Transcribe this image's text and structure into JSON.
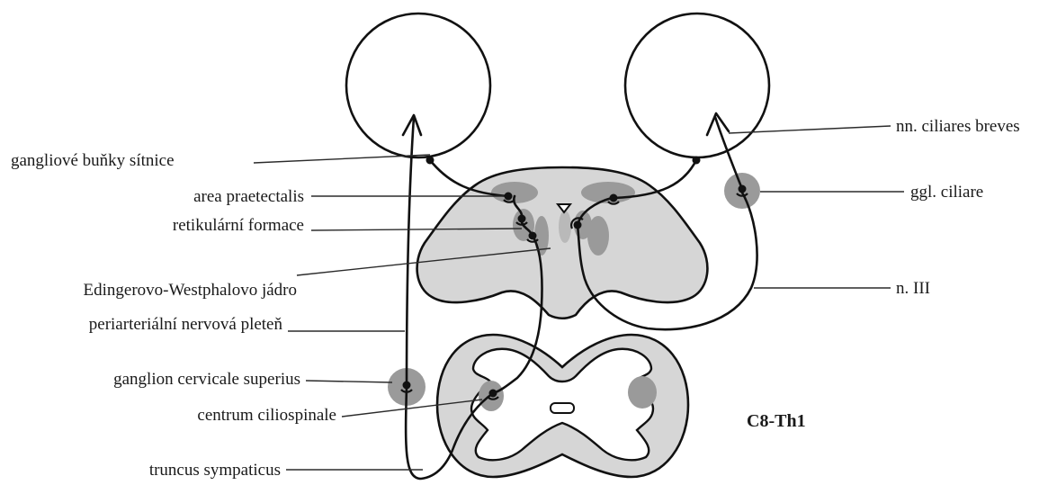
{
  "labels": {
    "ganglion_cells": "gangliové buňky sítnice",
    "area_praetectalis": "area praetectalis",
    "reticular_formation": "retikulární formace",
    "edinger_westphal": "Edingerovo-Westphalovo jádro",
    "periarterial_plexus": "periarteriální nervová pleteň",
    "ganglion_cervicale": "ganglion cervicale superius",
    "centrum_ciliospinale": "centrum ciliospinale",
    "truncus_sympaticus": "truncus sympaticus",
    "nn_ciliares": "nn. ciliares breves",
    "ggl_ciliare": "ggl. ciliare",
    "n_III": "n. III",
    "segment": "C8-Th1"
  },
  "colors": {
    "tissue_light": "#d6d6d6",
    "nucleus_dark": "#9a9a9a",
    "outline": "#111111",
    "text": "#1a1a1a"
  }
}
